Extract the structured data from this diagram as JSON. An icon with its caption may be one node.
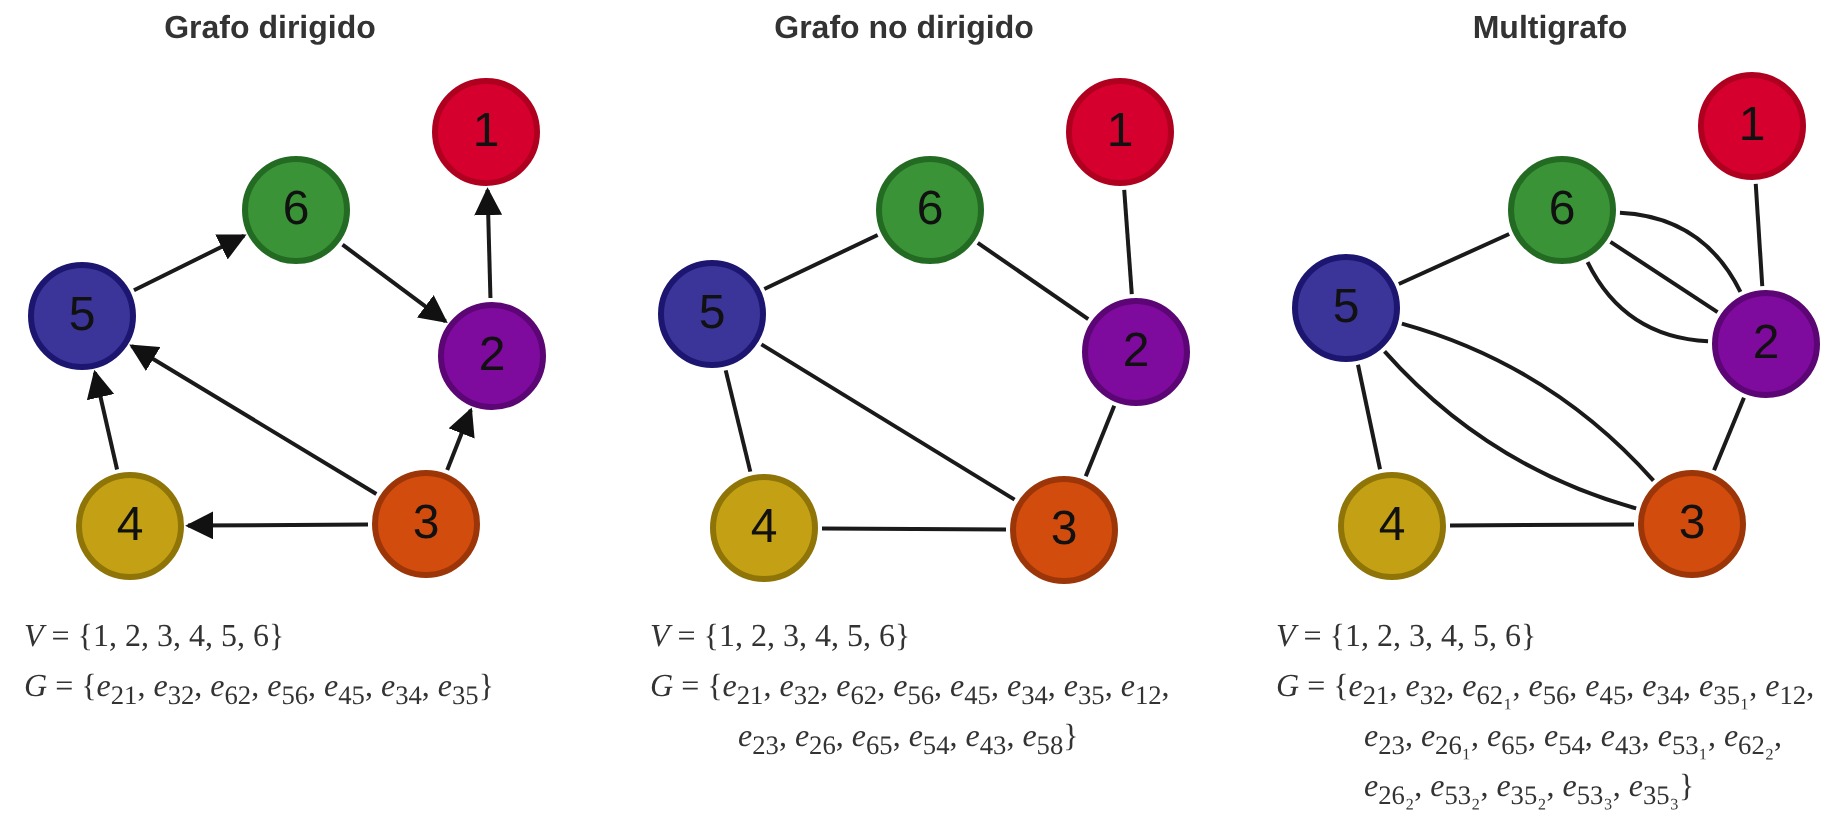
{
  "diagram": {
    "nodes": [
      {
        "text": [
          "1"
        ]
      },
      {
        "text": [
          "2"
        ]
      },
      {
        "text": [
          "3"
        ]
      },
      {
        "text": [
          "4"
        ]
      },
      {
        "text": [
          "5"
        ]
      },
      {
        "text": [
          "6"
        ]
      },
      {
        "text": [
          "1"
        ]
      },
      {
        "text": [
          "2"
        ]
      },
      {
        "text": [
          "3"
        ]
      },
      {
        "text": [
          "4"
        ]
      },
      {
        "text": [
          "5"
        ]
      },
      {
        "text": [
          "6"
        ]
      },
      {
        "text": [
          "1"
        ]
      },
      {
        "text": [
          "2"
        ]
      },
      {
        "text": [
          "3"
        ]
      },
      {
        "text": [
          "4"
        ]
      },
      {
        "text": [
          "5"
        ]
      },
      {
        "text": [
          "6"
        ]
      }
    ],
    "edges": [
      {
        "from": 1,
        "to": 0,
        "arrow": "to"
      },
      {
        "from": 2,
        "to": 1,
        "arrow": "to"
      },
      {
        "from": 5,
        "to": 1,
        "arrow": "to"
      },
      {
        "from": 4,
        "to": 5,
        "arrow": "to"
      },
      {
        "from": 3,
        "to": 4,
        "arrow": "to"
      },
      {
        "from": 2,
        "to": 3,
        "arrow": "to"
      },
      {
        "from": 2,
        "to": 4,
        "arrow": "to"
      },
      {
        "from": 7,
        "to": 6,
        "arrow": "none"
      },
      {
        "from": 11,
        "to": 7,
        "arrow": "none"
      },
      {
        "from": 10,
        "to": 11,
        "arrow": "none"
      },
      {
        "from": 10,
        "to": 9,
        "arrow": "none"
      },
      {
        "from": 10,
        "to": 8,
        "arrow": "none"
      },
      {
        "from": 9,
        "to": 8,
        "arrow": "none"
      },
      {
        "from": 8,
        "to": 7,
        "arrow": "none"
      },
      {
        "from": 13,
        "to": 12,
        "arrow": "none"
      },
      {
        "from": 17,
        "to": 13,
        "arrow": "none"
      },
      {
        "from": 17,
        "to": 13,
        "arrow": "none"
      },
      {
        "from": 17,
        "to": 13,
        "arrow": "none"
      },
      {
        "from": 16,
        "to": 17,
        "arrow": "none"
      },
      {
        "from": 16,
        "to": 15,
        "arrow": "none"
      },
      {
        "from": 16,
        "to": 14,
        "arrow": "none"
      },
      {
        "from": 16,
        "to": 14,
        "arrow": "none"
      },
      {
        "from": 15,
        "to": 14,
        "arrow": "none"
      },
      {
        "from": 14,
        "to": 13,
        "arrow": "none"
      }
    ],
    "labels": [
      "Grafo dirigido",
      "Grafo no dirigido",
      "Multigrafo",
      "*V* = {1, 2, 3, 4, 5, 6}",
      "*G* = {*e*$_{21}$, *e*$_{32}$, *e*$_{62}$, *e*$_{56}$, *e*$_{45}$, *e*$_{34}$, *e*$_{35}$}",
      "*V* = {1, 2, 3, 4, 5, 6}",
      "*G* = {*e*$_{21}$, *e*$_{32}$, *e*$_{62}$, *e*$_{56}$, *e*$_{45}$, *e*$_{34}$, *e*$_{35}$, *e*$_{12}$, *e*$_{23}$, *e*$_{26}$, *e*$_{65}$, *e*$_{54}$, *e*$_{43}$, *e*$_{58}$}",
      "*V* = {1, 2, 3, 4, 5, 6}",
      "*G* = {*e*$_{21}$, *e*$_{32}$, *e*$_{62₁}$, *e*$_{56}$, *e*$_{45}$, *e*$_{34}$, *e*$_{35₁}$, *e*$_{12}$, *e*$_{23}$, *e*$_{26₁}$, *e*$_{65}$, *e*$_{54}$, *e*$_{43}$, *e*$_{53₁}$, *e*$_{62₂}$, *e*$_{26₂}$, *e*$_{53₂}$, *e*$_{35₂}$, *e*$_{53₃}$, *e*$_{35₃}$}"
    ]
  }
}
